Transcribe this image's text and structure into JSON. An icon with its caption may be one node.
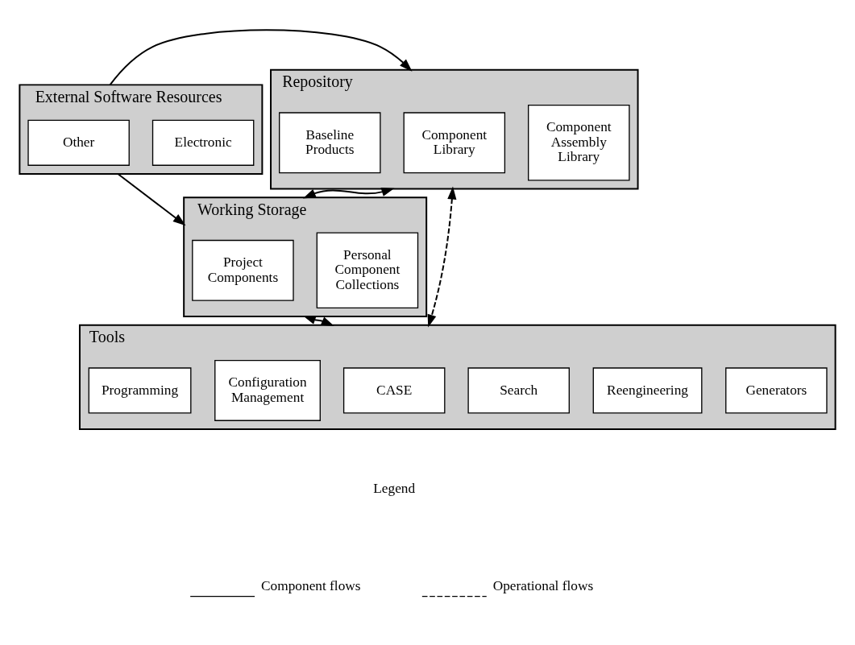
{
  "diagram": {
    "nodes": [
      {
        "text": [
          "External Software Resources"
        ]
      },
      {
        "text": [
          "Electronic"
        ],
        "in": 0
      },
      {
        "text": [
          "Other"
        ],
        "in": 0
      },
      {
        "text": [
          "Repository"
        ]
      },
      {
        "text": [
          "Component Assembly Library"
        ],
        "in": 3
      },
      {
        "text": [
          "Component Library"
        ],
        "in": 3
      },
      {
        "text": [
          "Baseline Products"
        ],
        "in": 3
      },
      {
        "text": [
          "Working Storage"
        ]
      },
      {
        "text": [
          "Personal Component Collections"
        ],
        "in": 7
      },
      {
        "text": [
          "Project Components"
        ],
        "in": 7
      },
      {
        "text": [
          "Tools"
        ]
      },
      {
        "text": [
          "Generators"
        ],
        "in": 10
      },
      {
        "text": [
          "Reengineering"
        ],
        "in": 10
      },
      {
        "text": [
          "Search"
        ],
        "in": 10
      },
      {
        "text": [
          "CASE"
        ],
        "in": 10
      },
      {
        "text": [
          "Configuration Management"
        ],
        "in": 10
      },
      {
        "text": [
          "Programming"
        ],
        "in": 10
      }
    ],
    "edges": [
      {
        "from": 0,
        "to": 3,
        "arrow": "to"
      },
      {
        "from": 0,
        "to": 7,
        "arrow": "to"
      },
      {
        "from": 3,
        "to": 7,
        "arrow": "both"
      },
      {
        "from": 7,
        "to": 10,
        "arrow": "both"
      },
      {
        "from": 3,
        "to": 10,
        "arrow": "both",
        "style": "dashed"
      }
    ],
    "labels": [
      "Legend"
    ],
    "legend": [
      {
        "text": "Component flows"
      },
      {
        "text": "Operational flows"
      }
    ]
  }
}
